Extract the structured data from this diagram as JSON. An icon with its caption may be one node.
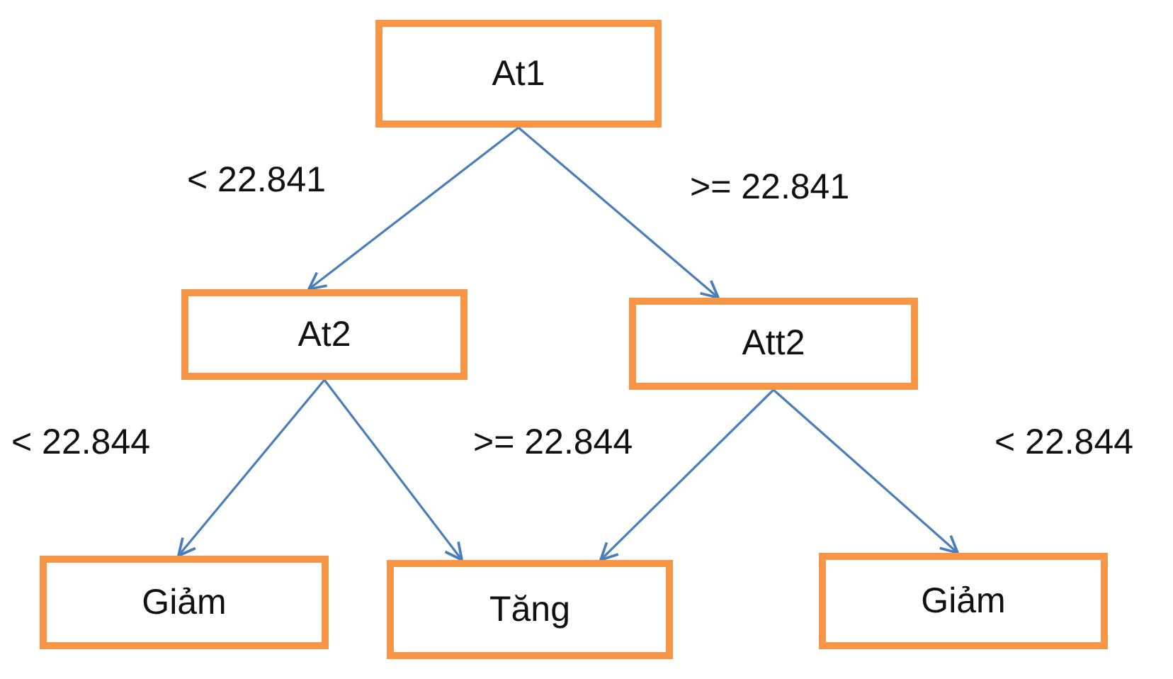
{
  "diagram": {
    "nodes": [
      {
        "text": [
          "At1"
        ]
      },
      {
        "text": [
          "At2"
        ]
      },
      {
        "text": [
          "Att2"
        ]
      },
      {
        "text": [
          "Giảm"
        ]
      },
      {
        "text": [
          "Tăng"
        ]
      },
      {
        "text": [
          "Giảm"
        ]
      }
    ],
    "edges": [
      {
        "from": 0,
        "to": 1,
        "arrow": "to",
        "label": "< 22.841"
      },
      {
        "from": 0,
        "to": 2,
        "arrow": "to",
        "label": ">= 22.841"
      },
      {
        "from": 1,
        "to": 3,
        "arrow": "to",
        "label": "< 22.844"
      },
      {
        "from": 1,
        "to": 4,
        "arrow": "to",
        "label": ">= 22.844"
      },
      {
        "from": 2,
        "to": 4,
        "arrow": "to"
      },
      {
        "from": 2,
        "to": 5,
        "arrow": "to",
        "label": "< 22.844"
      }
    ]
  }
}
